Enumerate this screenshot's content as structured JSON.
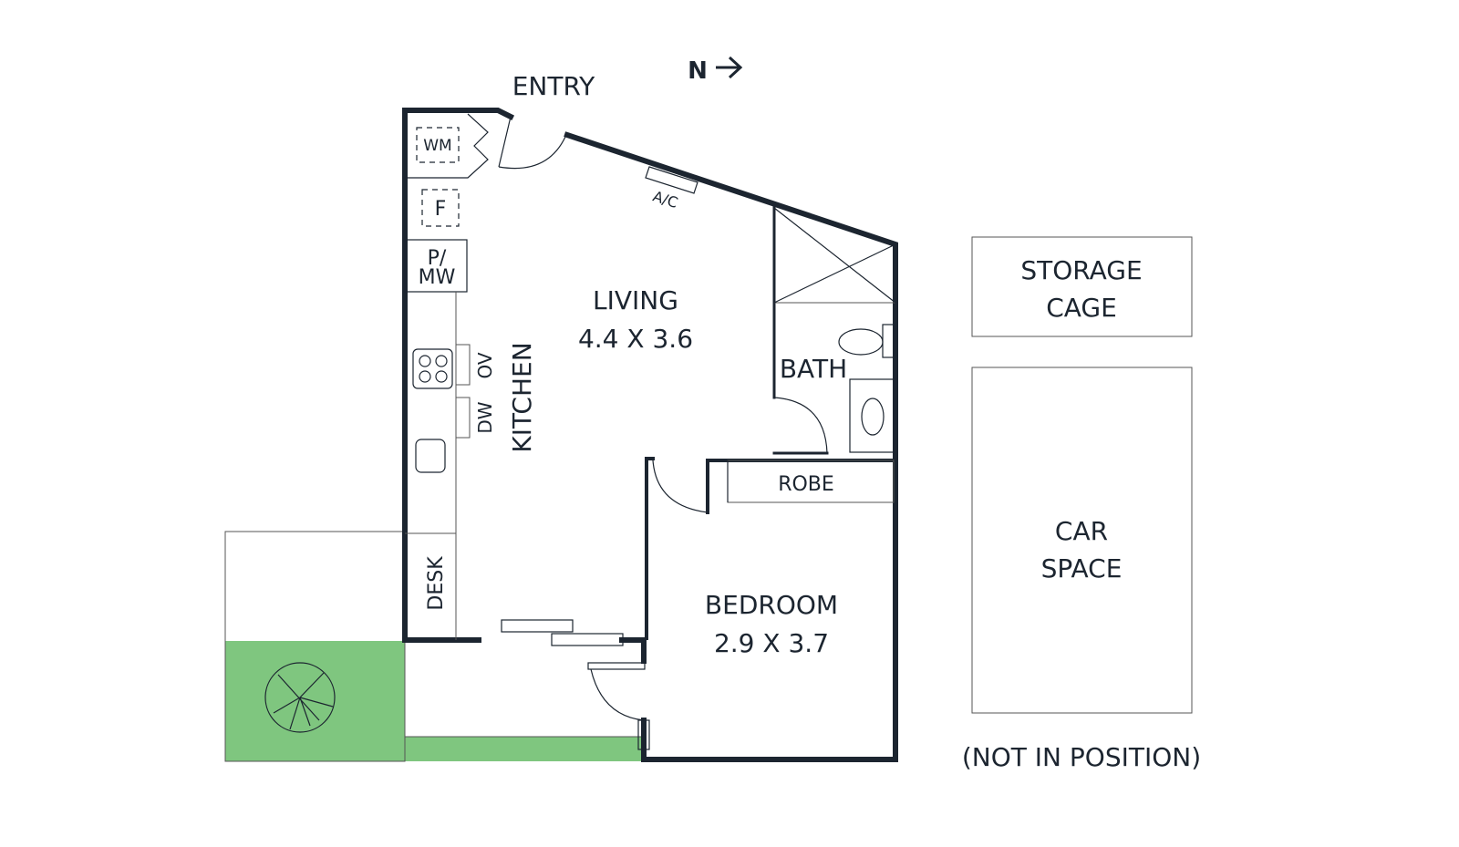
{
  "title_entry": "ENTRY",
  "compass": {
    "label": "N",
    "icon": "arrow-right-icon"
  },
  "rooms": {
    "living": {
      "name": "LIVING",
      "dims": "4.4 X 3.6"
    },
    "kitchen": {
      "name": "KITCHEN"
    },
    "bath": {
      "name": "BATH"
    },
    "robe": {
      "name": "ROBE"
    },
    "bedroom": {
      "name": "BEDROOM",
      "dims": "2.9 X 3.7"
    },
    "desk": {
      "name": "DESK"
    }
  },
  "fixtures": {
    "wm": "WM",
    "f": "F",
    "pmw_1": "P/",
    "pmw_2": "MW",
    "ov": "OV",
    "dw": "DW",
    "ac": "A/C"
  },
  "extras": {
    "storage_1": "STORAGE",
    "storage_2": "CAGE",
    "car_1": "CAR",
    "car_2": "SPACE",
    "note": "(NOT IN POSITION)"
  },
  "colors": {
    "wall": "#1c2530",
    "garden": "#7fc67f"
  }
}
